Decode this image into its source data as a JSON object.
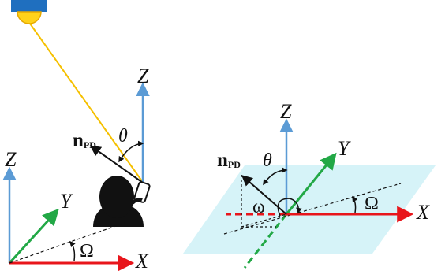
{
  "left_panel": {
    "axes": {
      "x": "X",
      "y": "Y",
      "z": "Z"
    },
    "omega_upper": "Ω",
    "theta": "θ",
    "normal": {
      "main": "n",
      "sub": "PD"
    }
  },
  "right_panel": {
    "axes": {
      "x": "X",
      "y": "Y",
      "z": "Z"
    },
    "omega_upper": "Ω",
    "omega_lower": "ω",
    "theta": "θ",
    "normal": {
      "main": "n",
      "sub": "PD"
    }
  },
  "colors": {
    "x_axis": "#e8151b",
    "y_axis": "#22a846",
    "z_axis": "#5b9bd5",
    "light_ray": "#f5c000",
    "light_fixture": "#1f6fbf",
    "plane_fill": "#d6f3f8"
  }
}
